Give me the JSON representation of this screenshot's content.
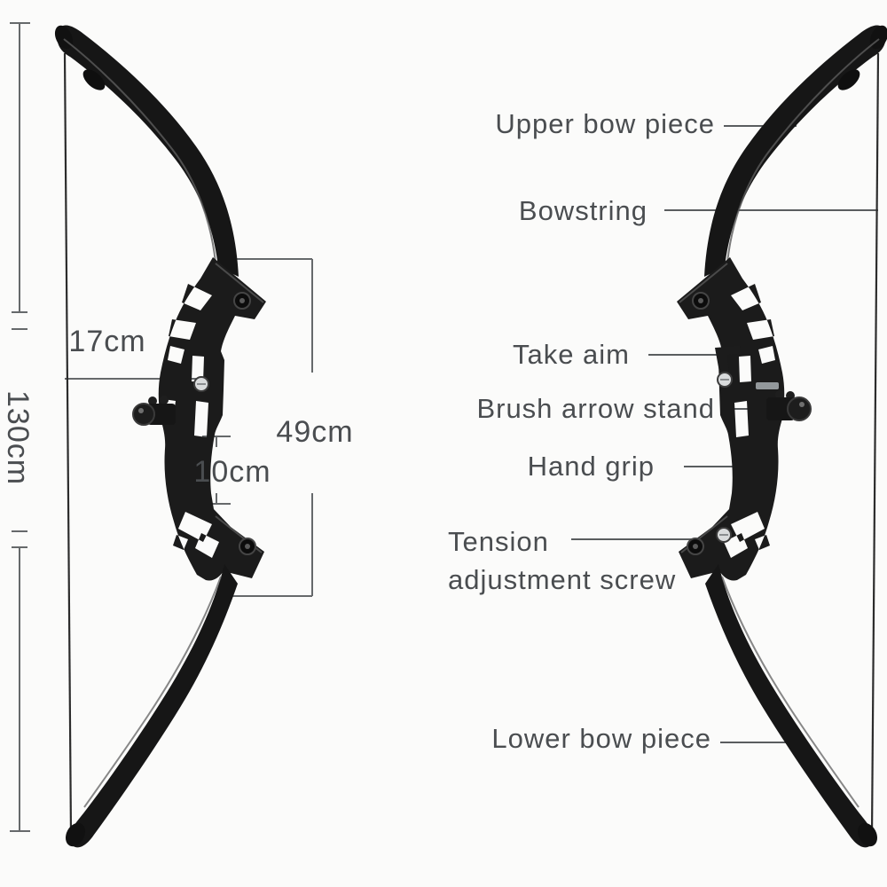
{
  "measurements": {
    "total_length": "130cm",
    "brace_height": "17cm",
    "riser_length": "49cm",
    "grip_section": "10cm"
  },
  "part_labels": {
    "upper_bow_piece": "Upper bow piece",
    "bowstring": "Bowstring",
    "take_aim": "Take aim",
    "brush_arrow_stand": "Brush arrow stand",
    "hand_grip": "Hand grip",
    "tension_line1": "Tension",
    "tension_line2": "adjustment screw",
    "lower_bow_piece": "Lower bow piece"
  },
  "colors": {
    "background": "#fbfbfa",
    "bow_black": "#1b1b1b",
    "limb_black": "#161616",
    "text_gray": "#4a4d50",
    "line_gray": "#66696b",
    "screw_silver": "#d9dbdc"
  }
}
